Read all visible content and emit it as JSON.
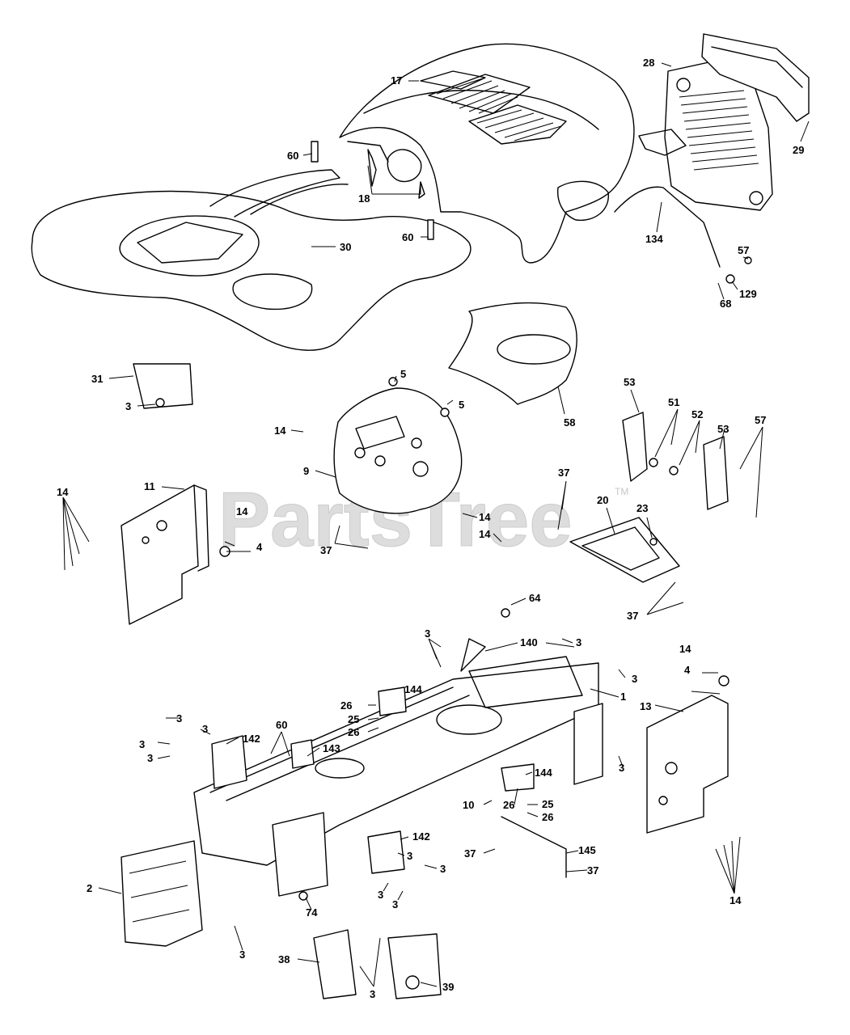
{
  "watermark": {
    "text": "PartsTree",
    "mark": "TM"
  },
  "callouts": {
    "c17": "17",
    "c28": "28",
    "c29": "29",
    "c60a": "60",
    "c18": "18",
    "c30": "30",
    "c60b": "60",
    "c134": "134",
    "c57a": "57",
    "c129": "129",
    "c68": "68",
    "c31": "31",
    "c3a": "3",
    "c5a": "5",
    "c5b": "5",
    "c58": "58",
    "c14a": "14",
    "c9": "9",
    "c53a": "53",
    "c51": "51",
    "c52": "52",
    "c53b": "53",
    "c57b": "57",
    "c14b": "14",
    "c11": "11",
    "c14c": "14",
    "c4a": "4",
    "c37a": "37",
    "c14d": "14",
    "c14e": "14",
    "c37b": "37",
    "c20": "20",
    "c23": "23",
    "c64": "64",
    "c37c": "37",
    "c3b": "3",
    "c140": "140",
    "c3c": "3",
    "c3d": "3",
    "c14f": "14",
    "c4b": "4",
    "c1": "1",
    "c13": "13",
    "c144a": "144",
    "c26a": "26",
    "c25a": "25",
    "c26b": "26",
    "c3e": "3",
    "c3f": "3",
    "c3g": "3",
    "c3h": "3",
    "c60c": "60",
    "c142a": "142",
    "c143": "143",
    "c3i": "3",
    "c144b": "144",
    "c10": "10",
    "c26c": "26",
    "c25b": "25",
    "c26d": "26",
    "c142b": "142",
    "c3j": "3",
    "c37d": "37",
    "c145": "145",
    "c3k": "3",
    "c37e": "37",
    "c2": "2",
    "c3l": "3",
    "c3m": "3",
    "c74": "74",
    "c3n": "3",
    "c14g": "14",
    "c38": "38",
    "c3o": "3",
    "c39": "39"
  }
}
